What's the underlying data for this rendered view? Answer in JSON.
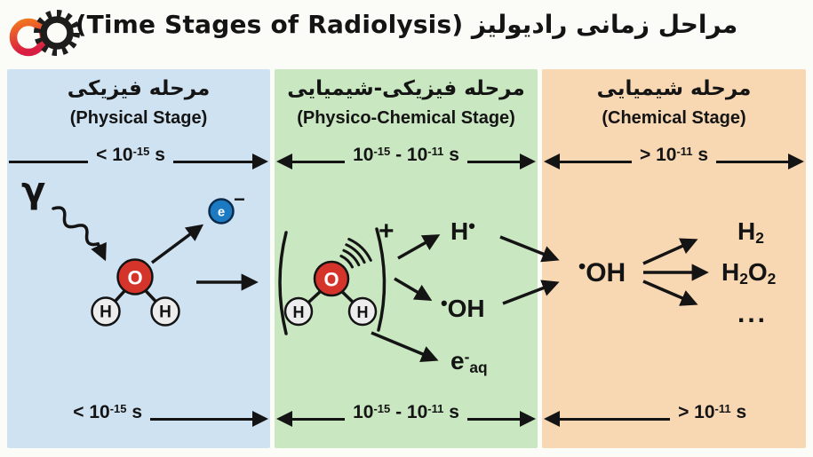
{
  "figure": {
    "title": "مراحل زمانی رادیولیز (Time Stages of Radiolysis)"
  },
  "colors": {
    "background": "#fbfbf8",
    "ink": "#141414",
    "panel_physical": "#cfe2f1",
    "panel_physico_chemical": "#c9e7c0",
    "panel_chemical": "#f8d7b3",
    "oxygen_fill": "#d5342b",
    "hydrogen_fill": "#ededed",
    "electron_fill": "#1b7ac1",
    "logo_orange": "#f2761f",
    "logo_crimson": "#d81e42",
    "logo_black": "#1d1d1d"
  },
  "stages": [
    {
      "title_fa": "مرحله فیزیکی",
      "title_en": "(Physical Stage)",
      "time_label": [
        [
          "t",
          "< 10"
        ],
        [
          "sup",
          "-15"
        ],
        [
          "t",
          " s"
        ]
      ]
    },
    {
      "title_fa": "مرحله فیزیکی-شیمیایی",
      "title_en": "(Physico-Chemical Stage)",
      "time_label": [
        [
          "t",
          "10"
        ],
        [
          "sup",
          "-15"
        ],
        [
          "t",
          " - 10"
        ],
        [
          "sup",
          "-11"
        ],
        [
          "t",
          " s"
        ]
      ]
    },
    {
      "title_fa": "مرحله شیمیایی",
      "title_en": "(Chemical Stage)",
      "time_label": [
        [
          "t",
          "> 10"
        ],
        [
          "sup",
          "-11"
        ],
        [
          "t",
          " s"
        ]
      ]
    }
  ],
  "diagram": {
    "gamma_symbol": "γ",
    "electron_symbol": "e",
    "electron_charge": "−",
    "oxygen_symbol": "O",
    "hydrogen_symbol": "H",
    "cation_charge": "+",
    "species": {
      "h_radical": [
        [
          "t",
          "H"
        ],
        [
          "dot",
          "•"
        ]
      ],
      "oh_radical": [
        [
          "dot",
          "•"
        ],
        [
          "t",
          "OH"
        ]
      ],
      "hydrated_electron": [
        [
          "t",
          "e"
        ],
        [
          "sup",
          "-"
        ],
        [
          "sub",
          "aq"
        ]
      ],
      "oh_radical_chemical": [
        [
          "dot",
          "•"
        ],
        [
          "t",
          "OH"
        ]
      ],
      "h2": [
        [
          "t",
          "H"
        ],
        [
          "sub",
          "2"
        ]
      ],
      "h2o2": [
        [
          "t",
          "H"
        ],
        [
          "sub",
          "2"
        ],
        [
          "t",
          "O"
        ],
        [
          "sub",
          "2"
        ]
      ],
      "more_products": [
        [
          "t",
          "..."
        ]
      ]
    }
  }
}
